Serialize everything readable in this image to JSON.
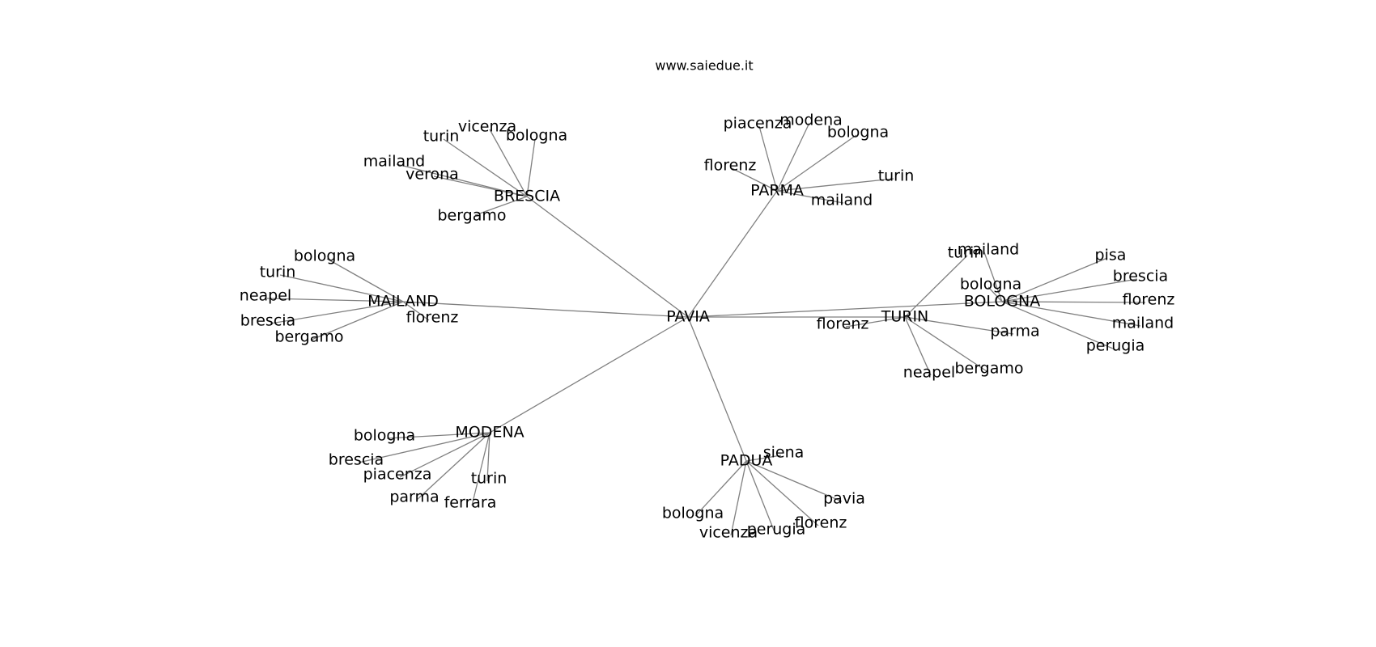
{
  "title": "www.saiedue.it",
  "colors": {
    "edge": "#808080",
    "text": "#000000",
    "background": "#ffffff"
  },
  "graph": {
    "root": "PAVIA",
    "clusters": [
      {
        "hub": "BRESCIA",
        "leaves": [
          "vicenza",
          "turin",
          "bologna",
          "mailand",
          "verona",
          "bergamo"
        ]
      },
      {
        "hub": "PARMA",
        "leaves": [
          "piacenza",
          "modena",
          "bologna",
          "florenz",
          "turin",
          "mailand"
        ]
      },
      {
        "hub": "MAILAND",
        "leaves": [
          "bologna",
          "turin",
          "neapel",
          "brescia",
          "bergamo",
          "florenz"
        ]
      },
      {
        "hub": "TURIN",
        "leaves": [
          "turin",
          "florenz",
          "parma",
          "neapel",
          "bergamo"
        ]
      },
      {
        "hub": "BOLOGNA",
        "leaves": [
          "mailand",
          "bologna",
          "pisa",
          "brescia",
          "florenz",
          "mailand",
          "perugia"
        ]
      },
      {
        "hub": "MODENA",
        "leaves": [
          "bologna",
          "brescia",
          "piacenza",
          "turin",
          "parma",
          "ferrara"
        ]
      },
      {
        "hub": "PADUA",
        "leaves": [
          "siena",
          "pavia",
          "bologna",
          "vicenza",
          "perugia",
          "florenz"
        ]
      }
    ]
  }
}
